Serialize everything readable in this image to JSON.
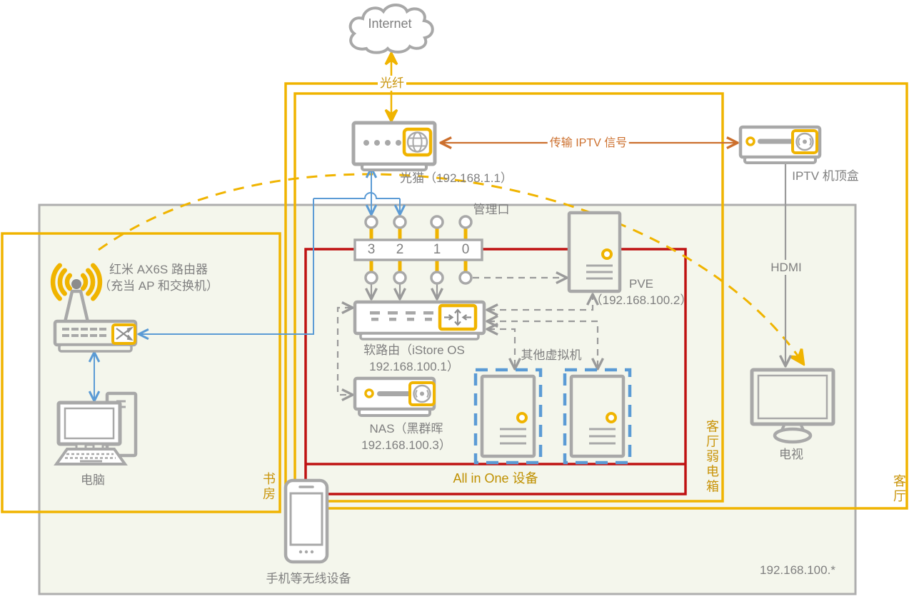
{
  "diagram": {
    "internet": {
      "label": "Internet"
    },
    "fiber_label": "光纤",
    "modem": {
      "label": "光猫（192.168.1.1）"
    },
    "iptv_signal_label": "传输 IPTV 信号",
    "iptv_box": {
      "label": "IPTV 机顶盒"
    },
    "hdmi_label": "HDMI",
    "tv": {
      "label": "电视"
    },
    "switch": {
      "management_port_label": "管理口",
      "ports": [
        "3",
        "2",
        "1",
        "0"
      ]
    },
    "pve": {
      "name": "PVE",
      "ip": "（192.168.100.2）"
    },
    "soft_router": {
      "label_line1": "软路由（iStore OS",
      "label_line2": "192.168.100.1）"
    },
    "nas": {
      "label_line1": "NAS（黑群晖",
      "label_line2": "192.168.100.3）"
    },
    "other_vms_label": "其他虚拟机",
    "redmi_router": {
      "label_line1": "红米 AX6S 路由器",
      "label_line2": "（充当 AP 和交换机）"
    },
    "pc": {
      "label": "电脑"
    },
    "phone": {
      "label": "手机等无线设备"
    },
    "zones": {
      "study": "书房",
      "living_room": "客厅",
      "living_room_weak_box": "客厅弱电箱",
      "all_in_one": "All in One 设备",
      "subnet": "192.168.100.*"
    },
    "colors": {
      "zone_yellow": "#f0b400",
      "gold_text": "#c9940a",
      "red_box": "#bf1212",
      "blue_link": "#5b9bd5",
      "orange_link": "#cc6f2d",
      "gray_device": "#a8a8a8",
      "gray_text": "#7f7f7f",
      "vm_dashed_blue": "#5b9bd5",
      "lan_fill": "#f4f6ec"
    }
  }
}
